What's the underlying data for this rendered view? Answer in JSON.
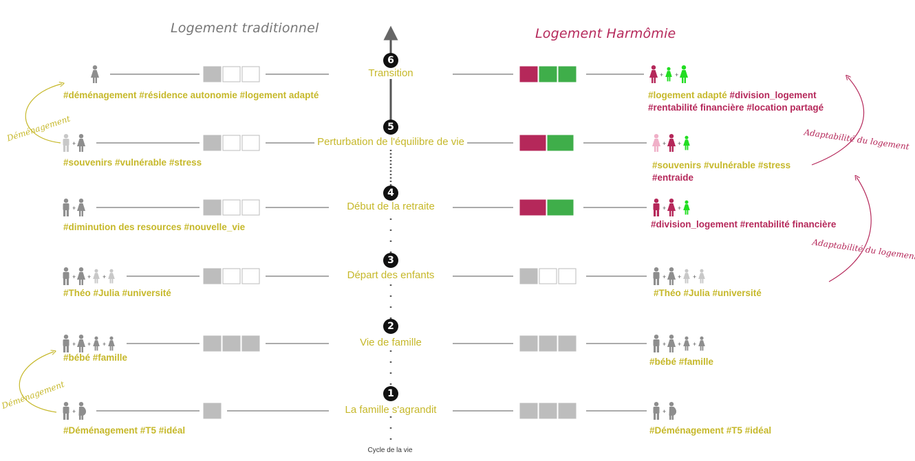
{
  "headings": {
    "left": "Logement traditionnel",
    "right": "Logement Harmômie"
  },
  "axis_label": "Cycle de la vie",
  "side_notes": {
    "demenagement_top": "Déménagement",
    "demenagement_bottom": "Déménagement",
    "adaptabilite_top": "Adaptabilité du logement",
    "adaptabilite_bottom": "Adaptabilité du logement"
  },
  "colors": {
    "yellow": "#c6b82a",
    "magenta": "#b5285a",
    "green": "#3fae4a",
    "bright_green": "#22dd22",
    "gray": "#8e8e8e",
    "light_gray": "#c8c8c8",
    "box_gray": "#bdbdbd"
  },
  "stages": [
    {
      "number": "6",
      "label": "Transition",
      "left_tags": [
        {
          "text": "#déménagement #résidence autonomie #logement adapté",
          "color": "yellow"
        }
      ],
      "right_tags": [
        [
          {
            "text": "#logement adapté ",
            "color": "yellow"
          },
          {
            "text": "#division_logement",
            "color": "magenta"
          }
        ],
        [
          {
            "text": "#rentabilité financière #location partagé",
            "color": "magenta"
          }
        ]
      ]
    },
    {
      "number": "5",
      "label": "Perturbation de l'équilibre de vie",
      "left_tags": [
        {
          "text": "#souvenirs #vulnérable #stress",
          "color": "yellow"
        }
      ],
      "right_tags": [
        [
          {
            "text": " #souvenirs #vulnérable #stress",
            "color": "yellow"
          }
        ],
        [
          {
            "text": "#entraide",
            "color": "magenta"
          }
        ]
      ]
    },
    {
      "number": "4",
      "label": "Début de la retraite",
      "left_tags": [
        {
          "text": "#diminution des resources #nouvelle_vie",
          "color": "yellow"
        }
      ],
      "right_tags": [
        [
          {
            "text": "#division_logement  #rentabilité financière",
            "color": "magenta"
          }
        ]
      ]
    },
    {
      "number": "3",
      "label": "Départ des enfants",
      "left_tags": [
        {
          "text": "#Théo #Julia #université",
          "color": "yellow"
        }
      ],
      "right_tags": [
        [
          {
            "text": "#Théo #Julia #université",
            "color": "yellow"
          }
        ]
      ]
    },
    {
      "number": "2",
      "label": "Vie de famille",
      "left_tags": [
        {
          "text": "#bébé #famille",
          "color": "yellow"
        }
      ],
      "right_tags": [
        [
          {
            "text": "#bébé #famille",
            "color": "yellow"
          }
        ]
      ]
    },
    {
      "number": "1",
      "label": "La famille s'agrandit",
      "left_tags": [
        {
          "text": "#Déménagement #T5 #idéal",
          "color": "yellow"
        }
      ],
      "right_tags": [
        [
          {
            "text": "#Déménagement #T5 #idéal",
            "color": "yellow"
          }
        ]
      ]
    }
  ]
}
